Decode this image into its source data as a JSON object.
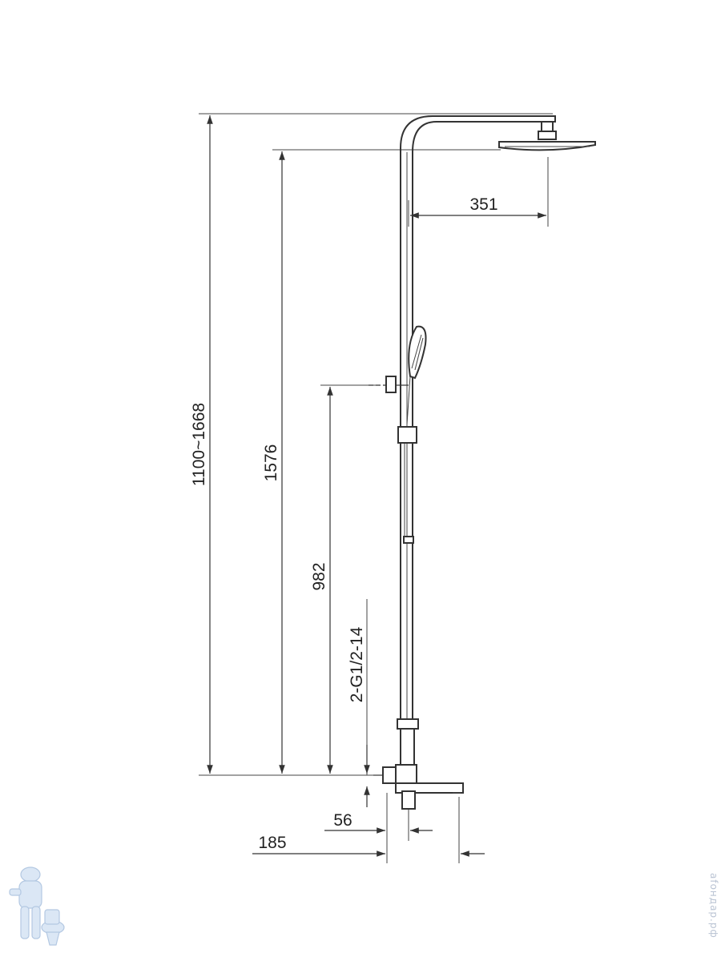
{
  "diagram": {
    "dimensions": {
      "total_height": "1100~1668",
      "head_height": "1576",
      "outlet_height": "982",
      "thread": "2-G1/2-14",
      "head_reach": "351",
      "spout_offset": "56",
      "spout_length": "185"
    }
  },
  "watermark": {
    "text": "afoндар.рф",
    "logo_icon": "plumber-mascot-icon"
  }
}
